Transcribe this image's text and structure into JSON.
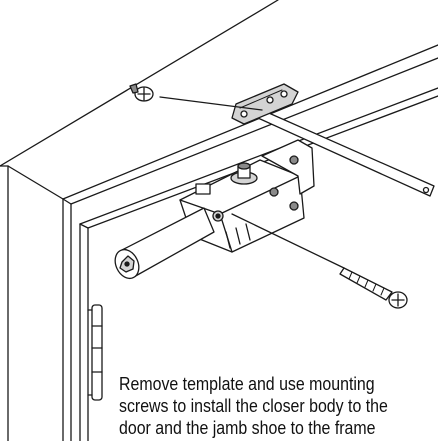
{
  "instruction": {
    "lines": [
      "Remove template and use mounting",
      "screws to install the closer body to the",
      "door and the jamb shoe to the frame"
    ]
  },
  "colors": {
    "line": "#1a1a1a",
    "metal_light": "#d4d4d4",
    "metal_dark": "#8a8a8a"
  }
}
